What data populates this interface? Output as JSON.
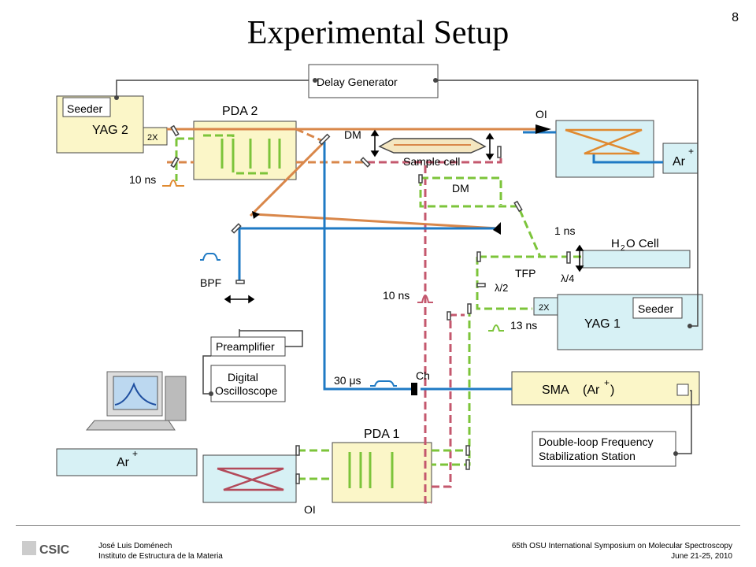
{
  "slide": {
    "title": "Experimental Setup",
    "number": "8"
  },
  "labels": {
    "delay_generator": "Delay Generator",
    "seeder_top": "Seeder",
    "yag2": "YAG 2",
    "pda2": "PDA 2",
    "doubler_2x_top": "2X",
    "oi_top": "OI",
    "dm_top": "DM",
    "sample_cell": "Sample cell",
    "dm_mid": "DM",
    "argon_top": "Ar",
    "pulse_10ns_left": "10 ns",
    "pulse_1ns": "1 ns",
    "h2o_cell_h": "H",
    "h2o_cell_2": "2",
    "h2o_cell_o": "O Cell",
    "bpf": "BPF",
    "tfp": "TFP",
    "lambda4": "λ/4",
    "lambda2": "λ/2",
    "pulse_10ns_mid": "10 ns",
    "doubler_2x_bottom": "2X",
    "seeder_bottom": "Seeder",
    "yag1": "YAG 1",
    "pulse_13ns": "13 ns",
    "preamplifier": "Preamplifier",
    "digital": "Digital",
    "oscilloscope": "Oscilloscope",
    "pulse_30us": "30 μs",
    "ch": "Ch",
    "sma": "SMA",
    "sma_ar": "(Ar",
    "sma_close": ")",
    "argon_bottom": "Ar",
    "pda1": "PDA 1",
    "double_loop_1": "Double-loop Frequency",
    "double_loop_2": "Stabilization Station",
    "oi_bottom": "OI",
    "plus": "+"
  },
  "colors": {
    "orange_beam": "#d9874a",
    "red_beam": "#c4586e",
    "green_beam": "#7cc43a",
    "blue_beam": "#1f7ac4",
    "box_yellow": "#fbf6c8",
    "box_cyan": "#d7f1f5",
    "cavity_red": "#b34a5a",
    "cavity_orange": "#e08a30"
  },
  "footer": {
    "logo_text": "CSIC",
    "author_name": "José Luis Doménech",
    "author_affiliation": "Instituto de Estructura de la Materia",
    "conference": "65th OSU International Symposium on Molecular Spectroscopy",
    "dates": "June 21-25, 2010"
  }
}
